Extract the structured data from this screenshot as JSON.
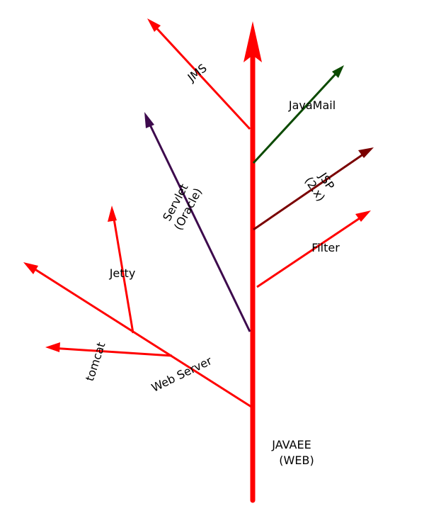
{
  "diagram": {
    "root": {
      "line1": "JAVAEE",
      "line2": "(WEB)"
    },
    "branches": [
      {
        "id": "jms",
        "label": "JMS",
        "color": "#ff0000"
      },
      {
        "id": "javamail",
        "label": "JavaMail",
        "color": "#0b4a00"
      },
      {
        "id": "servlet",
        "line1": "Servlet",
        "line2": "(Oracle)",
        "color": "#3d0a4d"
      },
      {
        "id": "jsp",
        "line1": "JSP",
        "line2": "(2.x)",
        "color": "#7a0000"
      },
      {
        "id": "filter",
        "label": "Filter",
        "color": "#ff0000"
      },
      {
        "id": "webserver",
        "label": "Web Server",
        "color": "#ff0000"
      },
      {
        "id": "jetty",
        "label": "Jetty",
        "color": "#ff0000"
      },
      {
        "id": "tomcat",
        "label": "tomcat",
        "color": "#ff0000"
      }
    ]
  }
}
